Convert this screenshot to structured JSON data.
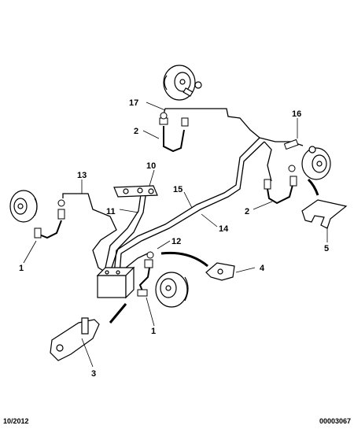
{
  "callouts": {
    "c1_left": "1",
    "c1_bottom": "1",
    "c2_top": "2",
    "c2_right": "2",
    "c3": "3",
    "c4": "4",
    "c5": "5",
    "c10": "10",
    "c11": "11",
    "c12": "12",
    "c13": "13",
    "c14": "14",
    "c15": "15",
    "c16": "16",
    "c17": "17"
  },
  "footer": {
    "date": "10/2012",
    "reference": "00003067"
  }
}
